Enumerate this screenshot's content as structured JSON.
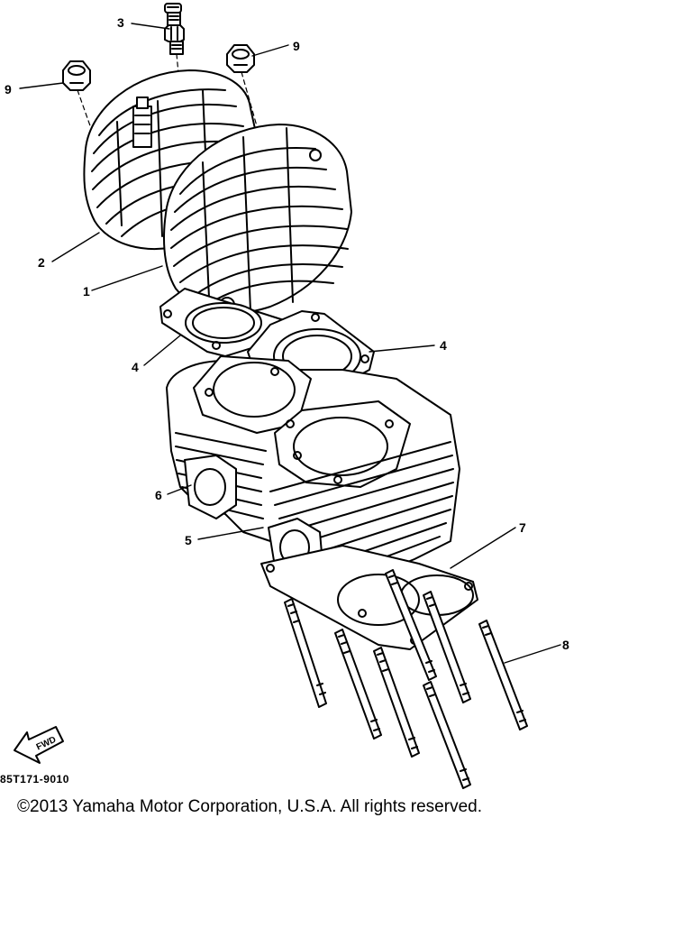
{
  "callouts": {
    "c1": "1",
    "c2": "2",
    "c3": "3",
    "c4a": "4",
    "c4b": "4",
    "c5": "5",
    "c6": "6",
    "c7": "7",
    "c8": "8",
    "c9a": "9",
    "c9b": "9"
  },
  "fwd_arrow_text": "FWD",
  "drawing_code": "85T171-9010",
  "copyright": "©2013 Yamaha Motor Corporation, U.S.A. All rights reserved."
}
